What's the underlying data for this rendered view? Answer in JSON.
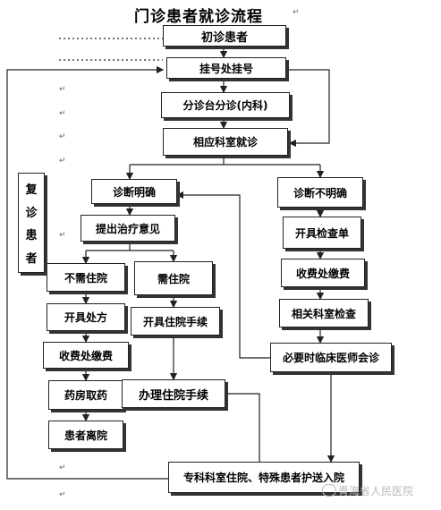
{
  "title": "门诊患者就诊流程",
  "paragraph_mark": "↵",
  "boxes": {
    "b1": "初诊患者",
    "b2": "挂号处挂号",
    "b3": "分诊台分诊(内科)",
    "b4": "相应科室就诊",
    "b5": "诊断明确",
    "b6": "诊断不明确",
    "b7": "提出治疗意见",
    "b8": "开具检查单",
    "b9": "不需住院",
    "b10": "需住院",
    "b11": "收费处缴费",
    "b12": "开具处方",
    "b13": "开具住院手续",
    "b14": "相关科室检查",
    "b15": "收费处缴费",
    "b16": "必要时临床医师会诊",
    "b17": "药房取药",
    "b18": "办理住院手续",
    "b19": "患者离院",
    "b20": "专科科室住院、特殊患者护送入院"
  },
  "side": [
    "复",
    "诊",
    "患",
    "者"
  ],
  "watermark": "青海省人民医院"
}
